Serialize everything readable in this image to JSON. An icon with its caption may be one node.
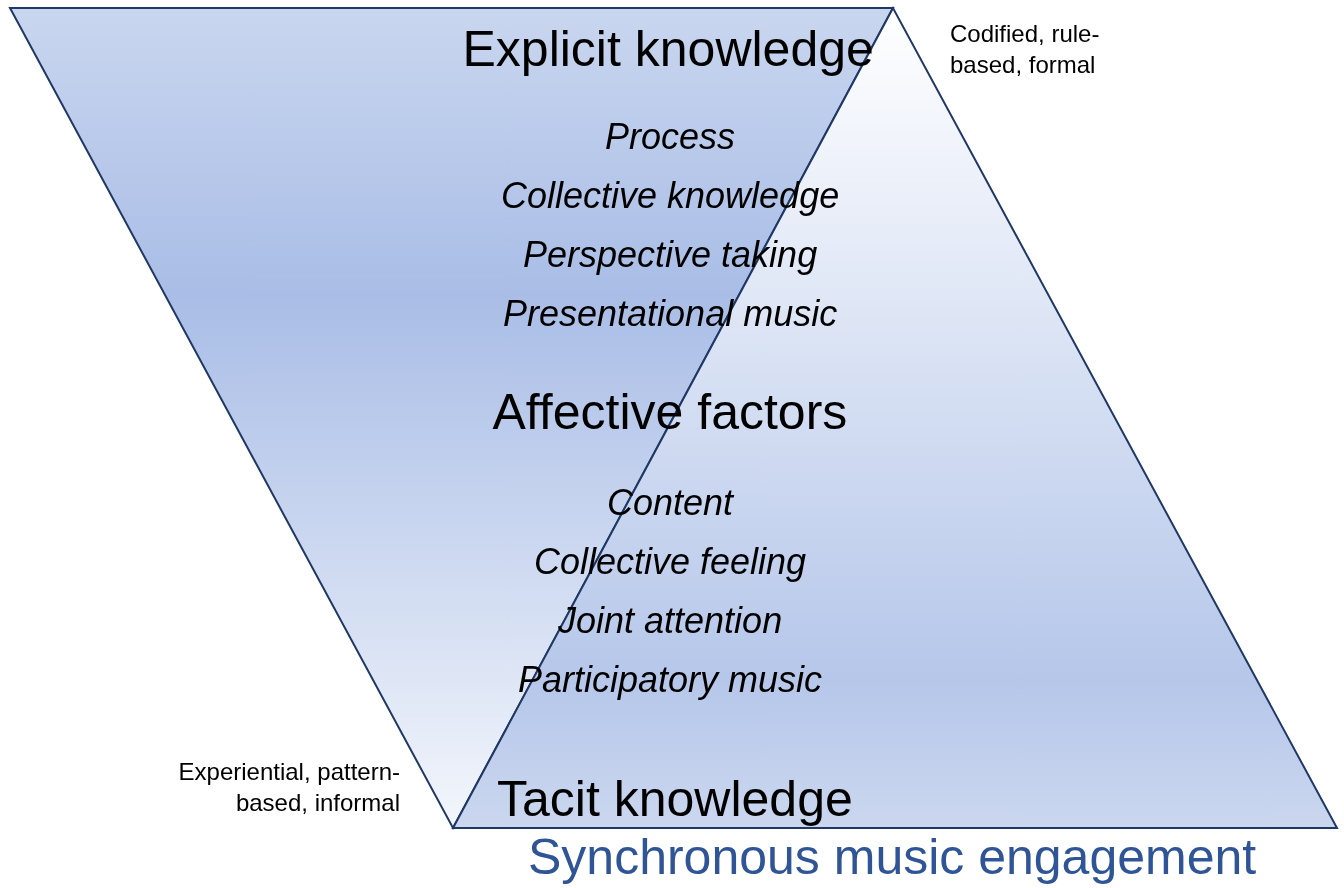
{
  "diagram": {
    "caption": "Synchronous music engagement",
    "nodes": [
      {
        "text": [
          "Explicit knowledge"
        ]
      },
      {
        "text": [
          "Tacit knowledge"
        ]
      }
    ],
    "labels": [
      "Codified, rule-based, formal",
      "Process",
      "Collective knowledge",
      "Perspective taking",
      "Presentational music",
      "Affective factors",
      "Content",
      "Collective feeling",
      "Joint attention",
      "Participatory music",
      "Experiential, pattern-based, informal"
    ]
  }
}
